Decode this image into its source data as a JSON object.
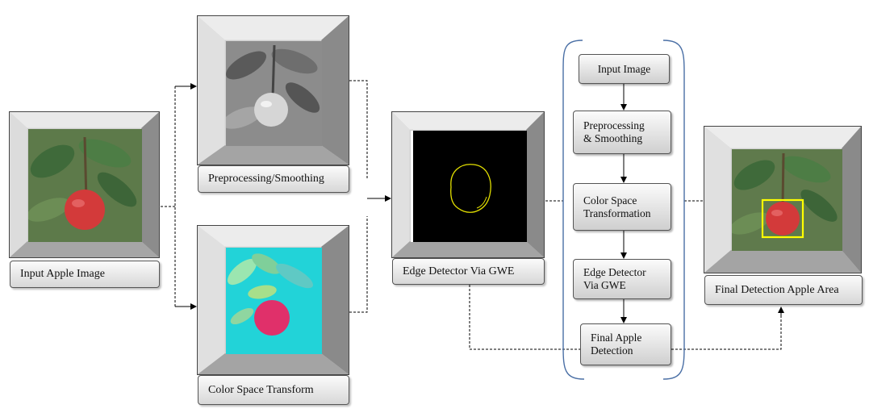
{
  "panels": {
    "input": {
      "label": "Input Apple Image"
    },
    "preprocess": {
      "label": "Preprocessing/Smoothing"
    },
    "colorspace": {
      "label": "Color Space Transform"
    },
    "edge": {
      "label": "Edge Detector Via GWE"
    },
    "final": {
      "label": "Final Detection Apple Area"
    }
  },
  "flow_steps": [
    {
      "label": "Input  Image"
    },
    {
      "label": "Preprocessing\n& Smoothing"
    },
    {
      "label": "Color Space\nTransformation"
    },
    {
      "label": "Edge Detector\nVia GWE"
    },
    {
      "label": "Final Apple\nDetection"
    }
  ],
  "colors": {
    "bracket": "#4a6fa5",
    "detection_box": "#ffff00",
    "apple_red": "#d33a3a",
    "cyan_bg": "#22d3d8",
    "apple_magenta": "#e0306a",
    "edge_curve": "#e3e000"
  }
}
